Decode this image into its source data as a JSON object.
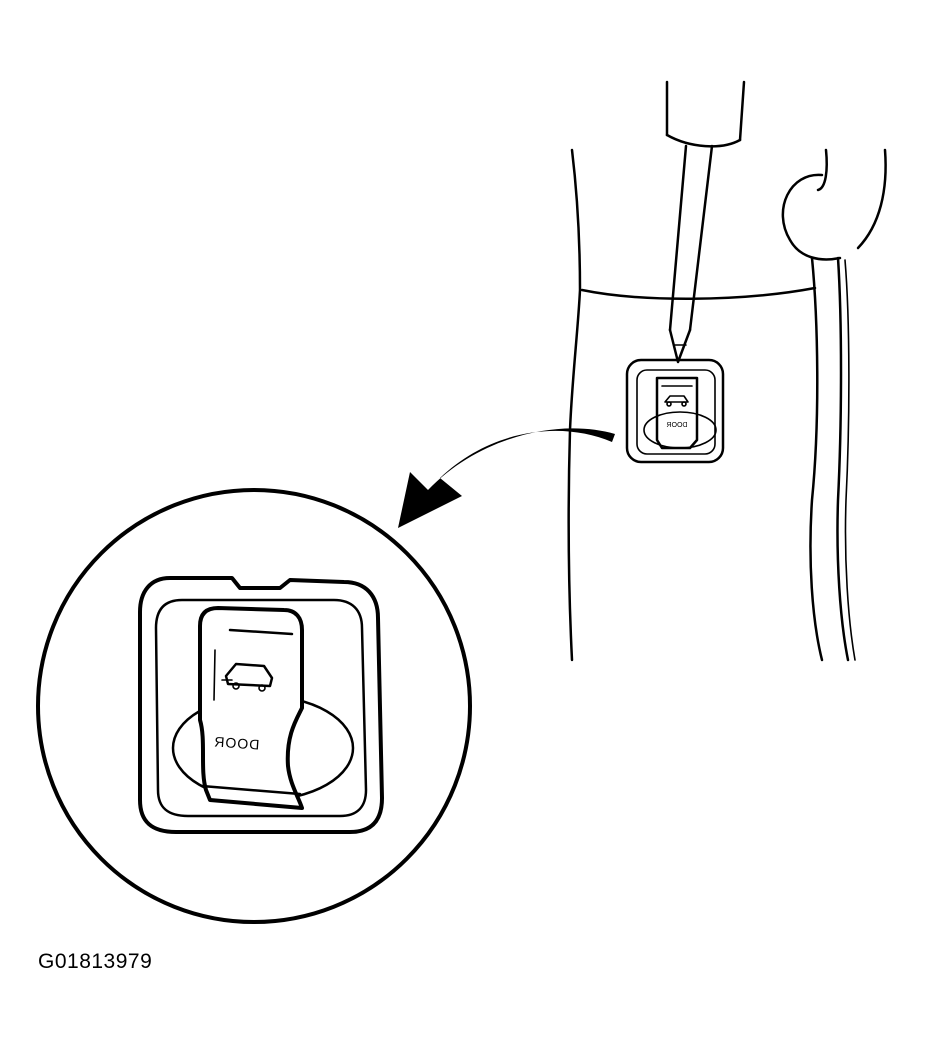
{
  "figure": {
    "id_label": "G01813979"
  },
  "switch": {
    "legend_text": "DOOR",
    "legend_style": "mirrored",
    "icon": "car-door-icon"
  },
  "tool": {
    "icon": "screwdriver-icon"
  },
  "callout": {
    "icon": "curved-arrow-icon"
  },
  "colors": {
    "ink": "#000000",
    "paper": "#ffffff"
  }
}
